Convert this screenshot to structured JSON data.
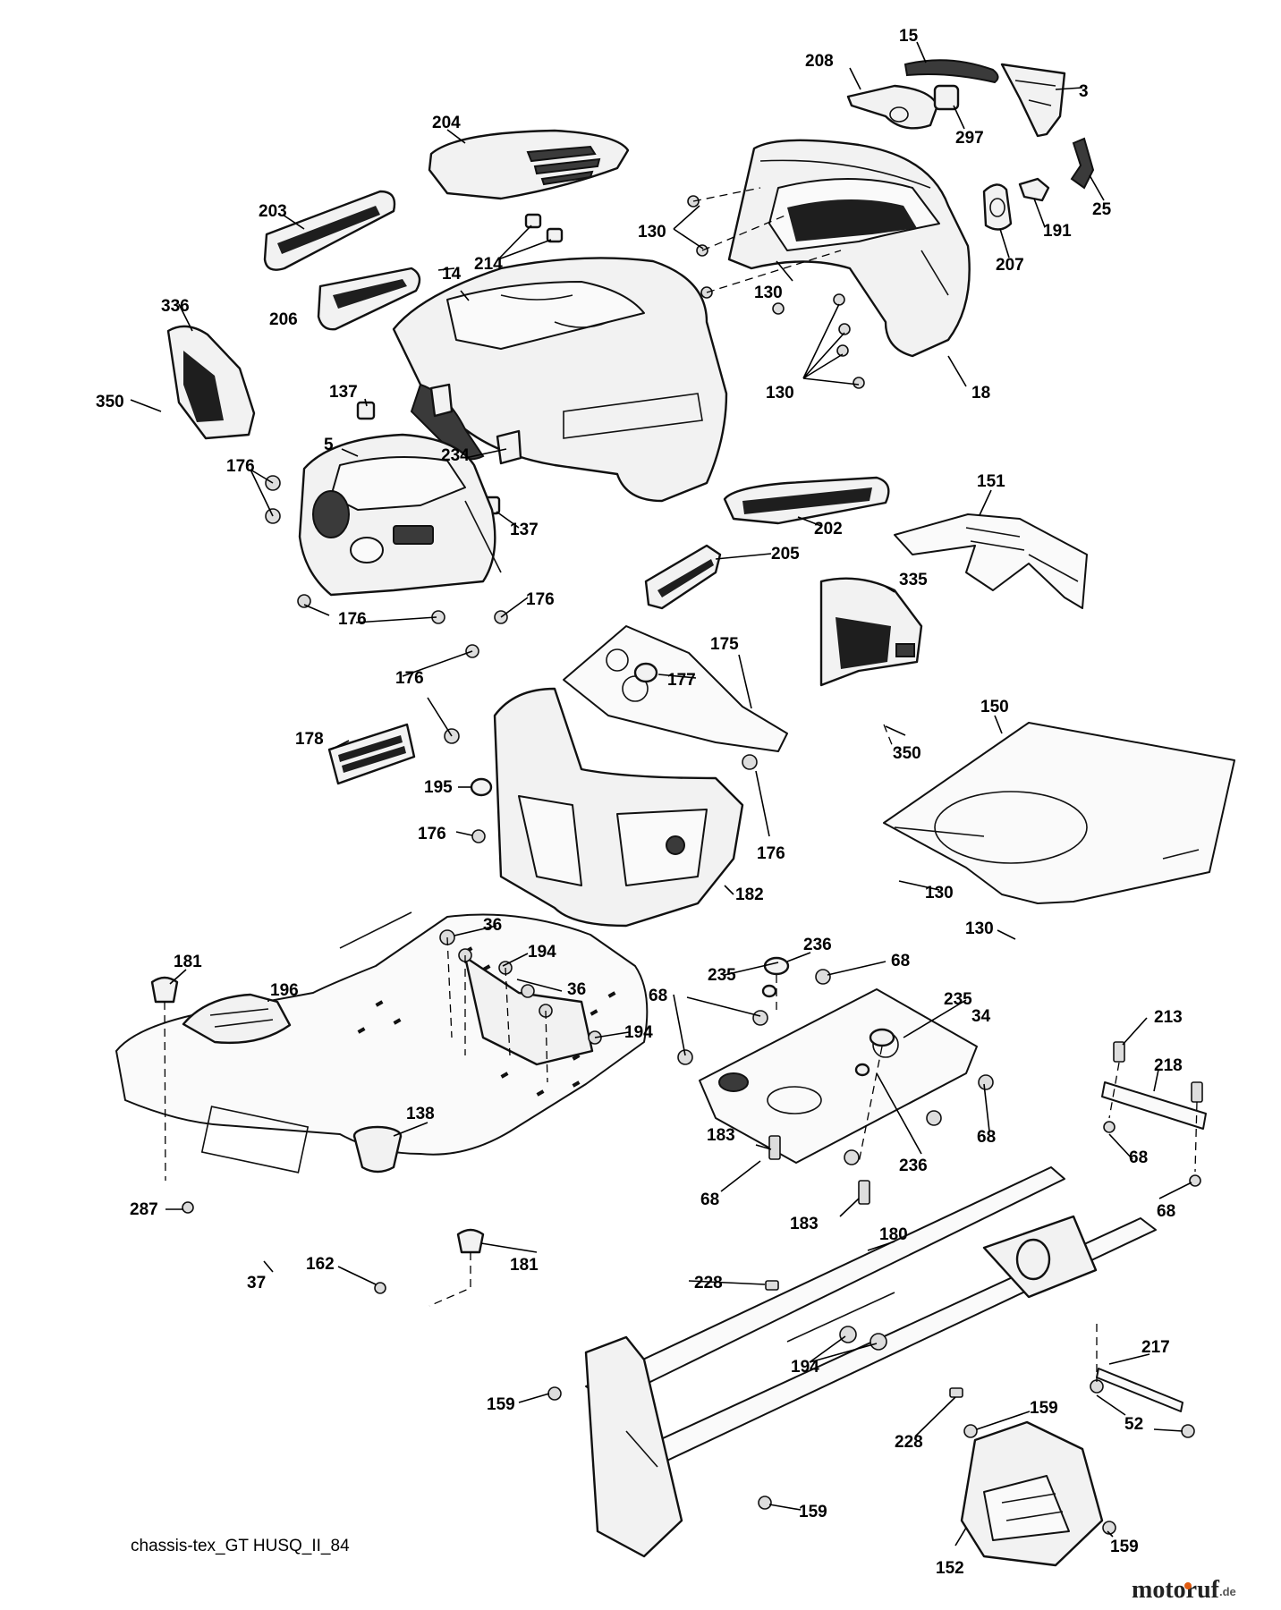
{
  "caption": "chassis-tex_GT HUSQ_II_84",
  "watermark": {
    "name": "motoruf",
    "suffix": ".de"
  },
  "labels": {
    "l15": "15",
    "l208": "208",
    "l3": "3",
    "l297": "297",
    "l25": "25",
    "l204": "204",
    "l191": "191",
    "l207": "207",
    "l203": "203",
    "l130a": "130",
    "l130b": "130",
    "l130c": "130",
    "l214": "214",
    "l14": "14",
    "l336": "336",
    "l206": "206",
    "l18": "18",
    "l350a": "350",
    "l137a": "137",
    "l5": "5",
    "l234": "234",
    "l176a": "176",
    "l137b": "137",
    "l151": "151",
    "l202": "202",
    "l205": "205",
    "l176b": "176",
    "l176c": "176",
    "l335": "335",
    "l175": "175",
    "l177": "177",
    "l176d": "176",
    "l178": "178",
    "l350b": "350",
    "l150": "150",
    "l195": "195",
    "l176e": "176",
    "l176f": "176",
    "l182": "182",
    "l130d": "130",
    "l130e": "130",
    "l36a": "36",
    "l181a": "181",
    "l194a": "194",
    "l236a": "236",
    "l68a": "68",
    "l196": "196",
    "l36b": "36",
    "l235a": "235",
    "l68b": "68",
    "l235b": "235",
    "l194b": "194",
    "l34": "34",
    "l213": "213",
    "l218": "218",
    "l138": "138",
    "l183a": "183",
    "l68c": "68",
    "l68d": "68",
    "l236b": "236",
    "l287": "287",
    "l68e": "68",
    "l183b": "183",
    "l180": "180",
    "l68f": "68",
    "l37": "37",
    "l162": "162",
    "l181b": "181",
    "l228a": "228",
    "l217": "217",
    "l194c": "194",
    "l159a": "159",
    "l52": "52",
    "l159b": "159",
    "l228b": "228",
    "l159c": "159",
    "l159d": "159",
    "l152": "152"
  }
}
